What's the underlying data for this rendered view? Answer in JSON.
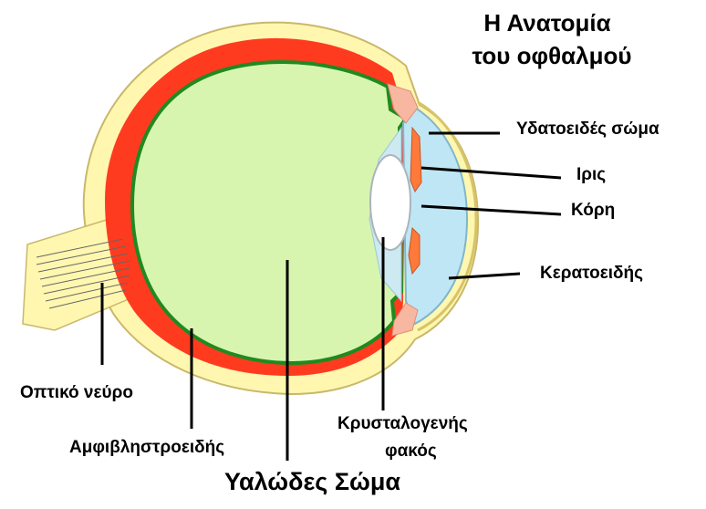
{
  "title": {
    "line1": "Η Ανατομία",
    "line2": "του οφθαλμού"
  },
  "labels": {
    "aqueous_humor": "Υδατοειδές σώμα",
    "iris": "Ιρις",
    "pupil": "Κόρη",
    "cornea": "Κερατοειδής",
    "optic_nerve": "Οπτικό νεύρο",
    "retina": "Αμφιβληστροειδής",
    "lens_line1": "Κρυσταλογενής",
    "lens_line2": "φακός",
    "vitreous_body": "Υαλώδες Σώμα"
  },
  "colors": {
    "sclera": "#fff7b0",
    "choroid": "#ff3b1f",
    "retina": "#1f8a1f",
    "vitreous": "#d8f5b0",
    "aqueous": "#bfe6f5",
    "lens": "#ffffff",
    "iris": "#ff7a3a",
    "ciliary": "#f7b7a0"
  }
}
